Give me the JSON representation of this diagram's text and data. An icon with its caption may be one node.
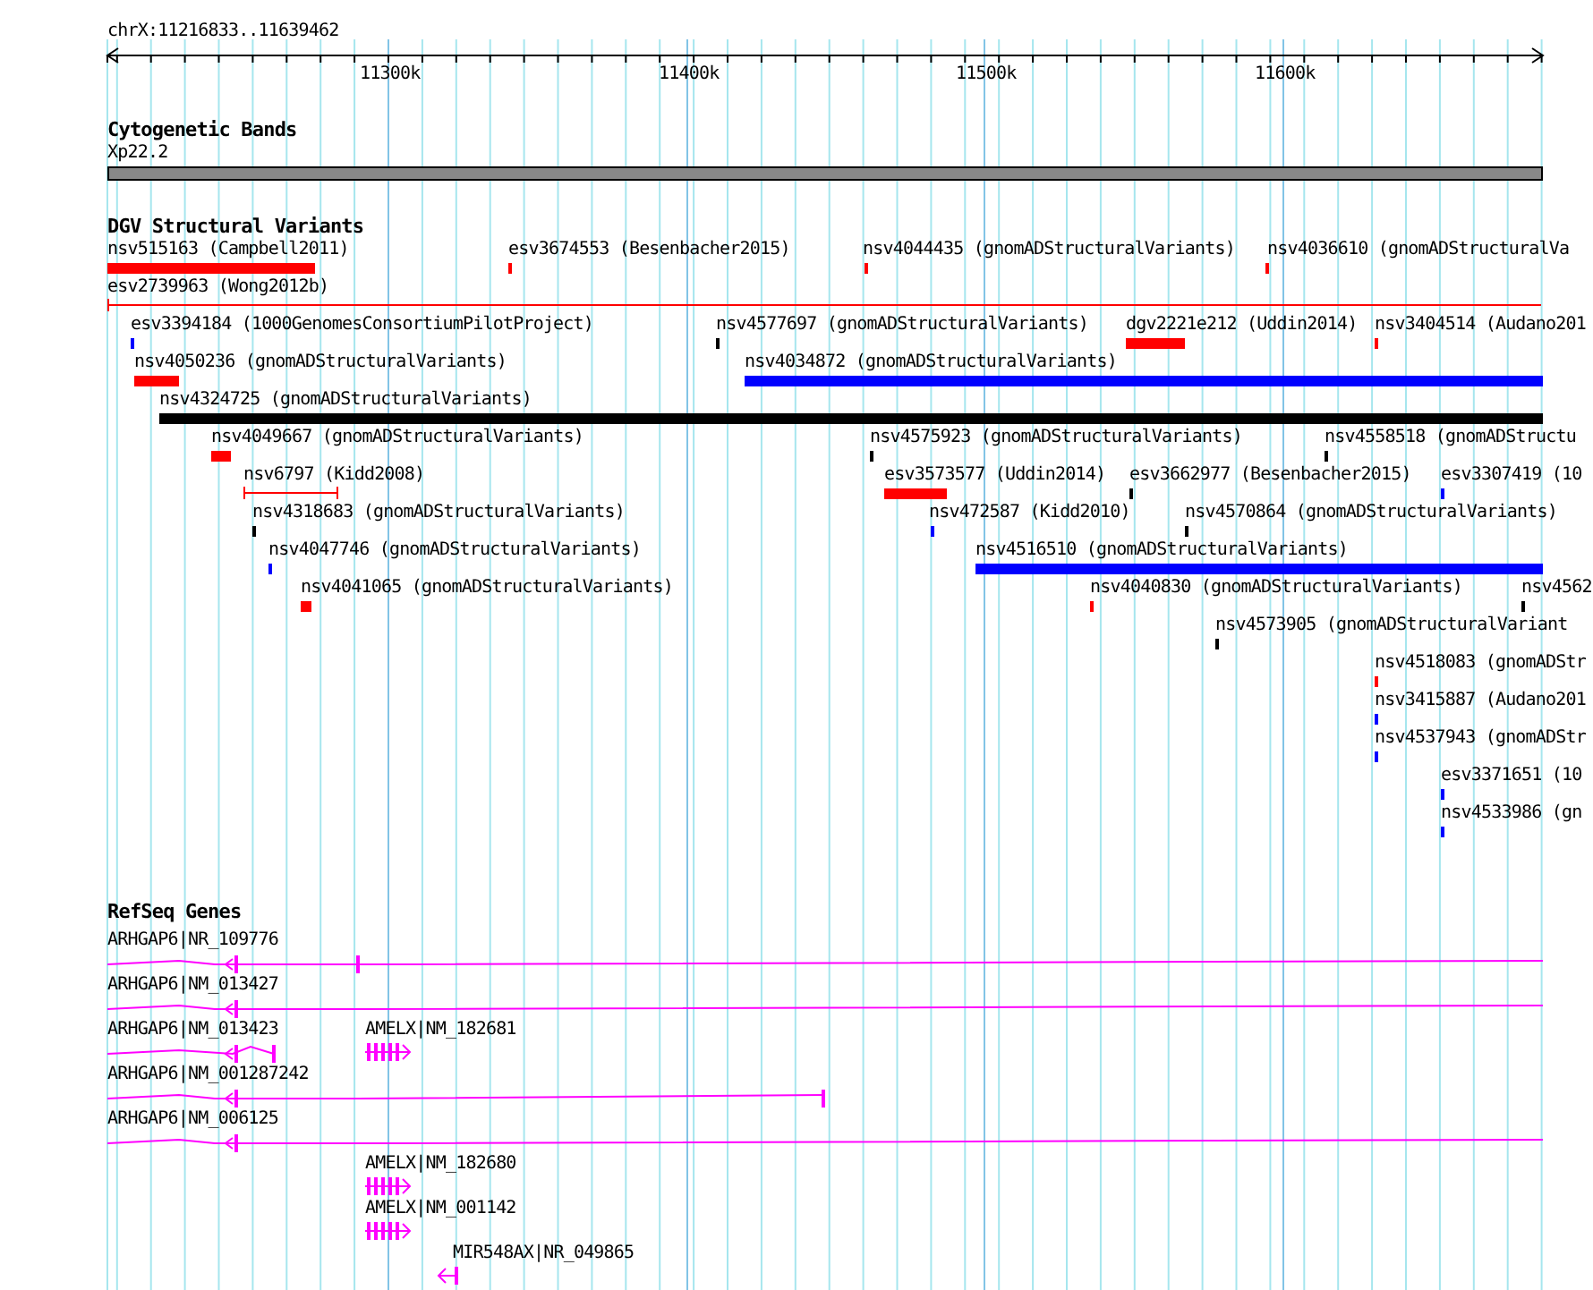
{
  "diagram": {
    "nodes": [
      {
        "text": [
          "Cytogenetic Bands"
        ]
      },
      {
        "text": [
          "Xp22.2"
        ],
        "in": 0
      },
      {
        "text": [
          "DGV Structural Variants"
        ]
      },
      {
        "text": [
          "nsv515163 (Campbell2011)"
        ],
        "in": 2
      },
      {
        "text": [
          "esv3674553 (Besenbacher2015)"
        ],
        "in": 2
      },
      {
        "text": [
          "nsv4044435 (gnomADStructuralVariants)"
        ],
        "in": 2
      },
      {
        "text": [
          "nsv4036610 (gnomADStructuralVa"
        ],
        "in": 2
      },
      {
        "text": [
          "esv2739963 (Wong2012b)"
        ],
        "in": 2
      },
      {
        "text": [
          "esv3394184 (1000GenomesConsortiumPilotProject)"
        ],
        "in": 2
      },
      {
        "text": [
          "nsv4577697 (gnomADStructuralVariants)"
        ],
        "in": 2
      },
      {
        "text": [
          "dgv2221e212 (Uddin2014)"
        ],
        "in": 2
      },
      {
        "text": [
          "nsv3404514 (Audano201"
        ],
        "in": 2
      },
      {
        "text": [
          "nsv4050236 (gnomADStructuralVariants)"
        ],
        "in": 2
      },
      {
        "text": [
          "nsv4034872 (gnomADStructuralVariants)"
        ],
        "in": 2
      },
      {
        "text": [
          "nsv4324725 (gnomADStructuralVariants)"
        ],
        "in": 2
      },
      {
        "text": [
          "nsv4049667 (gnomADStructuralVariants)"
        ],
        "in": 2
      },
      {
        "text": [
          "nsv4575923 (gnomADStructuralVariants)"
        ],
        "in": 2
      },
      {
        "text": [
          "nsv4558518 (gnomADStructu"
        ],
        "in": 2
      },
      {
        "text": [
          "nsv6797 (Kidd2008)"
        ],
        "in": 2
      },
      {
        "text": [
          "esv3573577 (Uddin2014)"
        ],
        "in": 2
      },
      {
        "text": [
          "esv3662977 (Besenbacher2015)"
        ],
        "in": 2
      },
      {
        "text": [
          "esv3307419 (10"
        ],
        "in": 2
      },
      {
        "text": [
          "nsv4318683 (gnomADStructuralVariants)"
        ],
        "in": 2
      },
      {
        "text": [
          "nsv472587 (Kidd2010)"
        ],
        "in": 2
      },
      {
        "text": [
          "nsv4570864 (gnomADStructuralVariants)"
        ],
        "in": 2
      },
      {
        "text": [
          "nsv4047746 (gnomADStructuralVariants)"
        ],
        "in": 2
      },
      {
        "text": [
          "nsv4516510 (gnomADStructuralVariants)"
        ],
        "in": 2
      },
      {
        "text": [
          "nsv4041065 (gnomADStructuralVariants)"
        ],
        "in": 2
      },
      {
        "text": [
          "nsv4040830 (gnomADStructuralVariants)"
        ],
        "in": 2
      },
      {
        "text": [
          "nsv4562"
        ],
        "in": 2
      },
      {
        "text": [
          "nsv4573905 (gnomADStructuralVariant"
        ],
        "in": 2
      },
      {
        "text": [
          "nsv4518083 (gnomADStr"
        ],
        "in": 2
      },
      {
        "text": [
          "nsv3415887 (Audano201"
        ],
        "in": 2
      },
      {
        "text": [
          "nsv4537943 (gnomADStr"
        ],
        "in": 2
      },
      {
        "text": [
          "esv3371651 (10"
        ],
        "in": 2
      },
      {
        "text": [
          "nsv4533986 (gn"
        ],
        "in": 2
      },
      {
        "text": [
          "RefSeq Genes"
        ]
      },
      {
        "text": [
          "ARHGAP6|NR_109776"
        ],
        "in": 36
      },
      {
        "text": [
          "ARHGAP6|NM_013427"
        ],
        "in": 36
      },
      {
        "text": [
          "ARHGAP6|NM_013423"
        ],
        "in": 36
      },
      {
        "text": [
          "AMELX|NM_182681"
        ],
        "in": 36
      },
      {
        "text": [
          "ARHGAP6|NM_001287242"
        ],
        "in": 36
      },
      {
        "text": [
          "ARHGAP6|NM_006125"
        ],
        "in": 36
      },
      {
        "text": [
          "AMELX|NM_182680"
        ],
        "in": 36
      },
      {
        "text": [
          "AMELX|NM_001142"
        ],
        "in": 36
      },
      {
        "text": [
          "MIR548AX|NR_049865"
        ],
        "in": 36
      }
    ],
    "labels": [
      "chrX:11216833..11639462",
      "11300k",
      "11400k",
      "11500k",
      "11600k"
    ]
  }
}
